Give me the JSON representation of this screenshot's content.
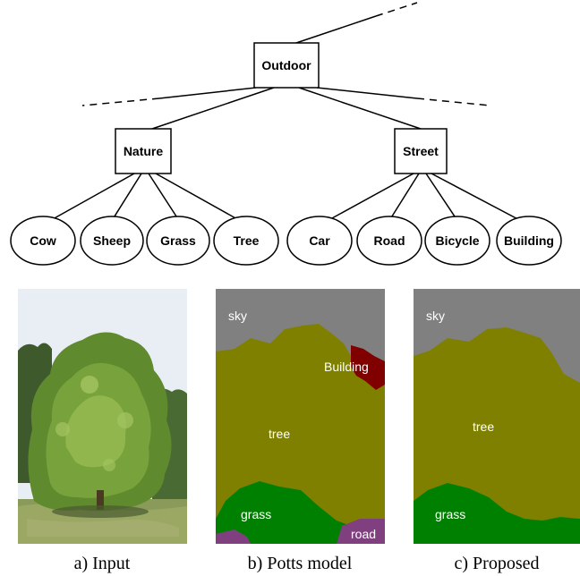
{
  "hierarchy": {
    "root": "Outdoor",
    "groups": [
      {
        "label": "Nature",
        "children": [
          "Cow",
          "Sheep",
          "Grass",
          "Tree"
        ]
      },
      {
        "label": "Street",
        "children": [
          "Car",
          "Road",
          "Bicycle",
          "Building"
        ]
      }
    ]
  },
  "panels": {
    "potts": {
      "labels": {
        "sky": "sky",
        "building": "Building",
        "tree": "tree",
        "grass": "grass",
        "road": "road"
      }
    },
    "proposed": {
      "labels": {
        "sky": "sky",
        "tree": "tree",
        "grass": "grass"
      }
    }
  },
  "captions": {
    "input": "a) Input",
    "potts": "b) Potts model",
    "proposed": "c) Proposed"
  },
  "colors": {
    "sky": "#808080",
    "tree": "#808000",
    "grass": "#008000",
    "building": "#800000",
    "road": "#804080"
  }
}
